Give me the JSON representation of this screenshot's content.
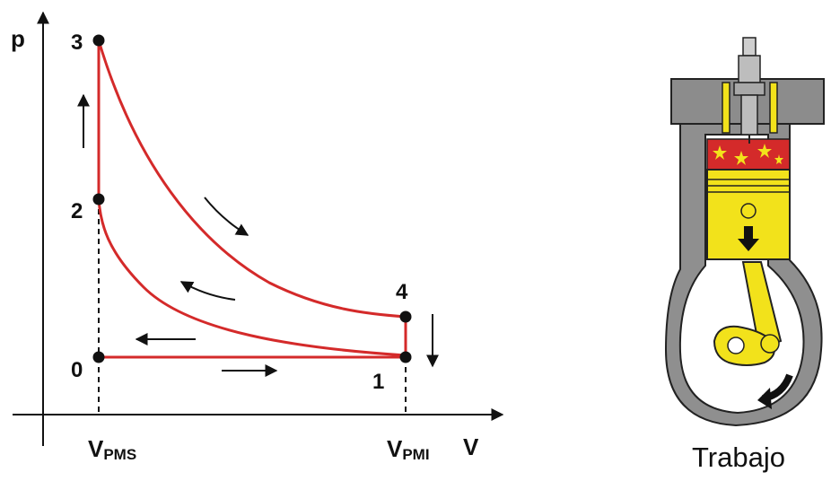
{
  "diagram": {
    "axes": {
      "y_label": "p",
      "x_label": "V"
    },
    "points": {
      "p0": "0",
      "p1": "1",
      "p2": "2",
      "p3": "3",
      "p4": "4"
    },
    "volume_ticks": {
      "pms": {
        "main": "V",
        "sub": "PMS"
      },
      "pmi": {
        "main": "V",
        "sub": "PMI"
      }
    },
    "colors": {
      "cycle": "#d42a2a",
      "axes": "#111111",
      "piston": "#f2e21b",
      "cylinder": "#8a8a8a",
      "combustion": "#d42a2a"
    }
  },
  "engine": {
    "caption": "Trabajo",
    "icons": [
      "spark-plug-icon",
      "piston-icon",
      "connecting-rod-icon",
      "down-arrow-icon",
      "rotation-arrow-icon"
    ]
  }
}
